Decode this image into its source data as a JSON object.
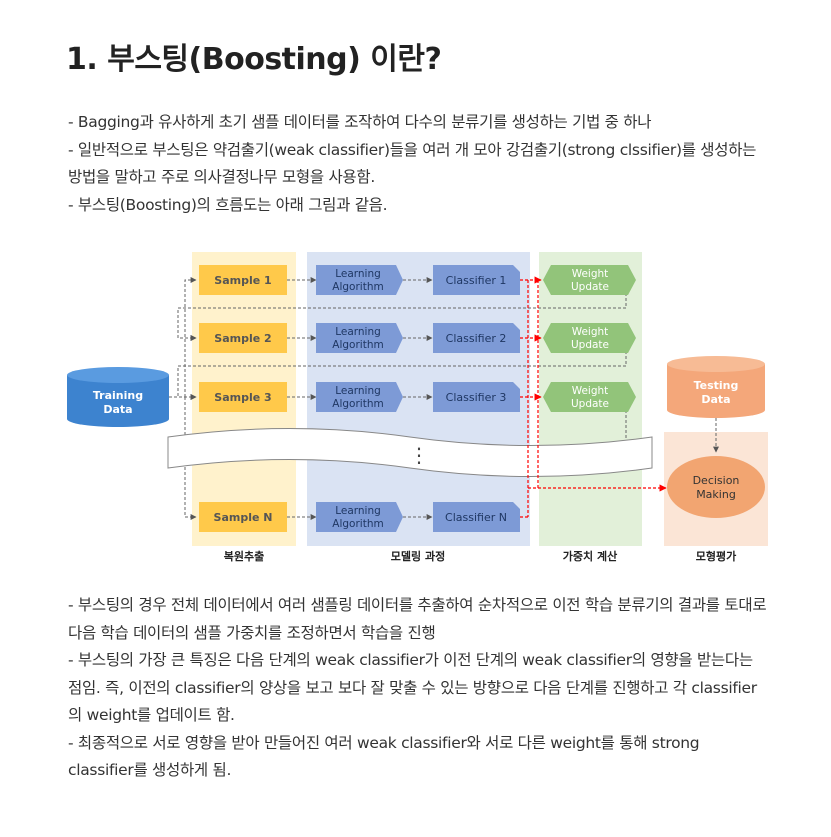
{
  "title": "1. 부스팅(Boosting) 이란?",
  "intro": [
    "- Bagging과 유사하게 초기 샘플 데이터를 조작하여 다수의 분류기를 생성하는 기법 중 하나",
    "- 일반적으로 부스팅은 약검출기(weak classifier)들을 여러 개 모아 강검출기(strong clssifier)를 생성하는 방법을 말하고 주로 의사결정나무 모형을 사용함.",
    "- 부스팅(Boosting)의  흐름도는 아래 그림과 같음."
  ],
  "diagram": {
    "training_data": [
      "Training",
      "Data"
    ],
    "testing_data": [
      "Testing",
      "Data"
    ],
    "decision_making": [
      "Decision",
      "Making"
    ],
    "samples": [
      "Sample 1",
      "Sample 2",
      "Sample 3",
      "Sample N"
    ],
    "learning_algorithm": [
      "Learning",
      "Algorithm"
    ],
    "classifiers": [
      "Classifier 1",
      "Classifier 2",
      "Classifier 3",
      "Classifier N"
    ],
    "weight_update": [
      "Weight",
      "Update"
    ],
    "ellipsis": "⋮",
    "columns": [
      "복원추출",
      "모델링 과정",
      "가중치 계산",
      "모형평가"
    ],
    "colors": {
      "sampling_bg": "#fff2cc",
      "sample_box": "#ffc94a",
      "modeling_bg": "#dae3f3",
      "model_box": "#7d9ad6",
      "weight_bg": "#e2f0d9",
      "weight_box": "#92c47a",
      "eval_bg": "#fbe5d6",
      "testing_data": "#f4a77a",
      "decision": "#f2a571",
      "training_data": "#3d83cf",
      "red_arrow": "#ff0000"
    }
  },
  "body": [
    "- 부스팅의 경우 전체 데이터에서 여러 샘플링 데이터를 추출하여 순차적으로 이전 학습 분류기의 결과를 토대로 다음 학습 데이터의 샘플 가중치를 조정하면서 학습을 진행",
    "- 부스팅의 가장 큰 특징은 다음 단계의 weak classifier가 이전 단계의 weak classifier의 영향을 받는다는 점임. 즉, 이전의 classifier의 양상을 보고 보다 잘 맞출 수 있는 방향으로 다음 단계를 진행하고 각 classifier의 weight를 업데이트 함.",
    "- 최종적으로 서로 영향을 받아 만들어진 여러 weak classifier와 서로 다른 weight를 통해 strong classifier를 생성하게 됨."
  ]
}
